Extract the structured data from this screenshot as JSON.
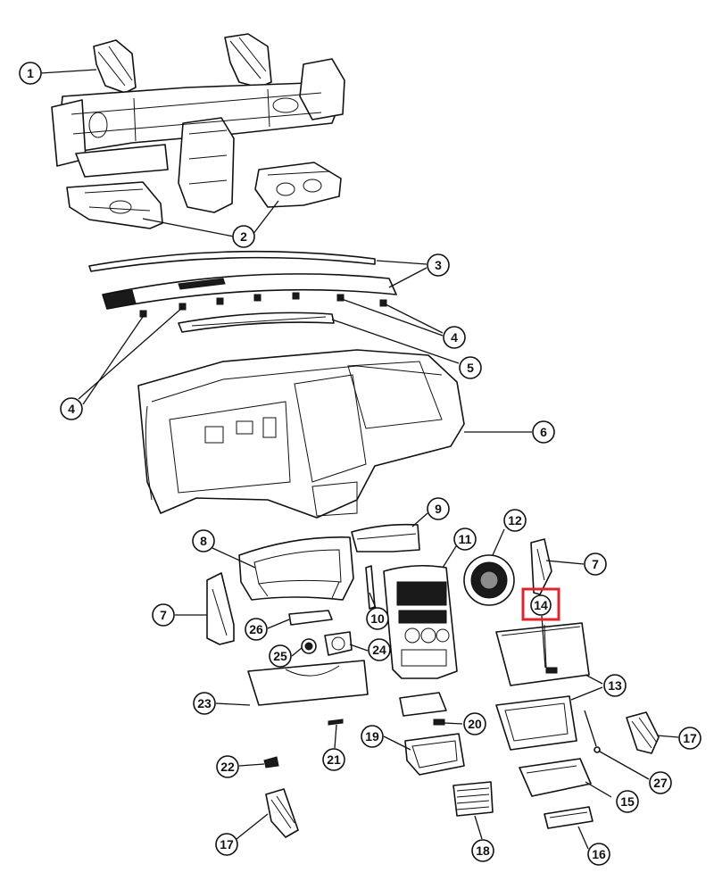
{
  "highlight_color": "#e0242c",
  "callouts": [
    {
      "id": "c1",
      "text": "1"
    },
    {
      "id": "c2",
      "text": "2"
    },
    {
      "id": "c3",
      "text": "3"
    },
    {
      "id": "c4a",
      "text": "4"
    },
    {
      "id": "c4b",
      "text": "4"
    },
    {
      "id": "c5",
      "text": "5"
    },
    {
      "id": "c6",
      "text": "6"
    },
    {
      "id": "c7a",
      "text": "7"
    },
    {
      "id": "c7b",
      "text": "7"
    },
    {
      "id": "c8",
      "text": "8"
    },
    {
      "id": "c9",
      "text": "9"
    },
    {
      "id": "c10",
      "text": "10"
    },
    {
      "id": "c11",
      "text": "11"
    },
    {
      "id": "c12",
      "text": "12"
    },
    {
      "id": "c13",
      "text": "13"
    },
    {
      "id": "c14",
      "text": "14",
      "highlighted": true
    },
    {
      "id": "c15",
      "text": "15"
    },
    {
      "id": "c16",
      "text": "16"
    },
    {
      "id": "c17a",
      "text": "17"
    },
    {
      "id": "c17b",
      "text": "17"
    },
    {
      "id": "c18",
      "text": "18"
    },
    {
      "id": "c19",
      "text": "19"
    },
    {
      "id": "c20",
      "text": "20"
    },
    {
      "id": "c21",
      "text": "21"
    },
    {
      "id": "c22",
      "text": "22"
    },
    {
      "id": "c23",
      "text": "23"
    },
    {
      "id": "c24",
      "text": "24"
    },
    {
      "id": "c25",
      "text": "25"
    },
    {
      "id": "c26",
      "text": "26"
    },
    {
      "id": "c27",
      "text": "27"
    }
  ]
}
